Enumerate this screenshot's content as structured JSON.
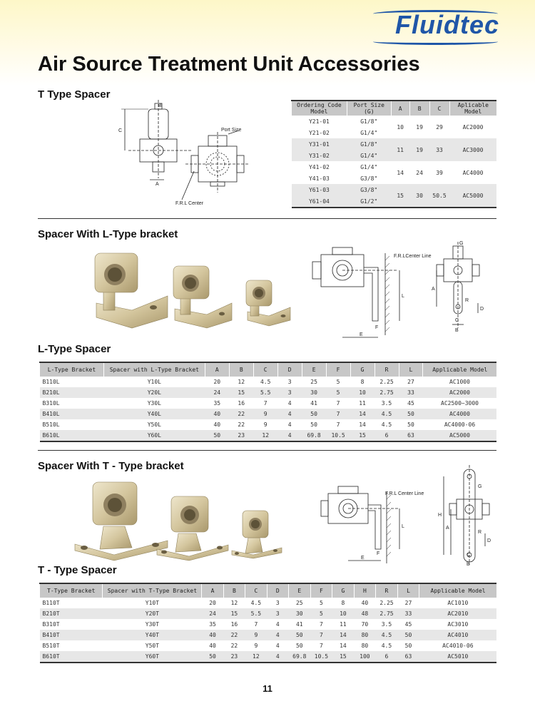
{
  "brand": {
    "logo_text": "Fluidtec"
  },
  "page_title": "Air Source Treatment Unit Accessories",
  "sections": {
    "t_type_spacer": "T Type Spacer",
    "l_bracket": "Spacer With L-Type bracket",
    "l_type_spacer": "L-Type Spacer",
    "t_bracket": "Spacer With T - Type bracket",
    "t_type_spacer2": "T - Type Spacer"
  },
  "diagram_labels": {
    "port_size": "Port Size",
    "frl_center": "F.R.L Center",
    "frl_center_line_l": "F.R.LCenter Line",
    "frl_center_line_t": "F.R.L Center Line",
    "a": "A",
    "b": "B",
    "c": "C",
    "d": "D",
    "e": "E",
    "f": "F",
    "g": "G",
    "h": "H",
    "l": "L",
    "r": "R"
  },
  "table1": {
    "headers": [
      "Ordering Code Model",
      "Port Size (G)",
      "A",
      "B",
      "C",
      "Aplicable Model"
    ],
    "groups": [
      {
        "rows": [
          [
            "Y21-01",
            "G1/8\""
          ],
          [
            "Y21-02",
            "G1/4\""
          ]
        ],
        "a": "10",
        "b": "19",
        "c": "29",
        "model": "AC2000"
      },
      {
        "rows": [
          [
            "Y31-01",
            "G1/8\""
          ],
          [
            "Y31-02",
            "G1/4\""
          ]
        ],
        "a": "11",
        "b": "19",
        "c": "33",
        "model": "AC3000"
      },
      {
        "rows": [
          [
            "Y41-02",
            "G1/4\""
          ],
          [
            "Y41-03",
            "G3/8\""
          ]
        ],
        "a": "14",
        "b": "24",
        "c": "39",
        "model": "AC4000"
      },
      {
        "rows": [
          [
            "Y61-03",
            "G3/8\""
          ],
          [
            "Y61-04",
            "G1/2\""
          ]
        ],
        "a": "15",
        "b": "30",
        "c": "50.5",
        "model": "AC5000"
      }
    ]
  },
  "table2": {
    "headers": [
      "L-Type Bracket",
      "Spacer with L-Type Bracket",
      "A",
      "B",
      "C",
      "D",
      "E",
      "F",
      "G",
      "R",
      "L",
      "Applicable Model"
    ],
    "rows": [
      [
        "B110L",
        "Y10L",
        "20",
        "12",
        "4.5",
        "3",
        "25",
        "5",
        "8",
        "2.25",
        "27",
        "AC1000"
      ],
      [
        "B210L",
        "Y20L",
        "24",
        "15",
        "5.5",
        "3",
        "30",
        "5",
        "10",
        "2.75",
        "33",
        "AC2000"
      ],
      [
        "B310L",
        "Y30L",
        "35",
        "16",
        "7",
        "4",
        "41",
        "7",
        "11",
        "3.5",
        "45",
        "AC2500~3000"
      ],
      [
        "B410L",
        "Y40L",
        "40",
        "22",
        "9",
        "4",
        "50",
        "7",
        "14",
        "4.5",
        "50",
        "AC4000"
      ],
      [
        "B510L",
        "Y50L",
        "40",
        "22",
        "9",
        "4",
        "50",
        "7",
        "14",
        "4.5",
        "50",
        "AC4000-06"
      ],
      [
        "B610L",
        "Y60L",
        "50",
        "23",
        "12",
        "4",
        "69.8",
        "10.5",
        "15",
        "6",
        "63",
        "AC5000"
      ]
    ]
  },
  "table3": {
    "headers": [
      "T-Type Bracket",
      "Spacer with T-Type Bracket",
      "A",
      "B",
      "C",
      "D",
      "E",
      "F",
      "G",
      "H",
      "R",
      "L",
      "Applicable Model"
    ],
    "rows": [
      [
        "B110T",
        "Y10T",
        "20",
        "12",
        "4.5",
        "3",
        "25",
        "5",
        "8",
        "40",
        "2.25",
        "27",
        "AC1010"
      ],
      [
        "B210T",
        "Y20T",
        "24",
        "15",
        "5.5",
        "3",
        "30",
        "5",
        "10",
        "48",
        "2.75",
        "33",
        "AC2010"
      ],
      [
        "B310T",
        "Y30T",
        "35",
        "16",
        "7",
        "4",
        "41",
        "7",
        "11",
        "70",
        "3.5",
        "45",
        "AC3010"
      ],
      [
        "B410T",
        "Y40T",
        "40",
        "22",
        "9",
        "4",
        "50",
        "7",
        "14",
        "80",
        "4.5",
        "50",
        "AC4010"
      ],
      [
        "B510T",
        "Y50T",
        "40",
        "22",
        "9",
        "4",
        "50",
        "7",
        "14",
        "80",
        "4.5",
        "50",
        "AC4010-06"
      ],
      [
        "B610T",
        "Y60T",
        "50",
        "23",
        "12",
        "4",
        "69.8",
        "10.5",
        "15",
        "100",
        "6",
        "63",
        "AC5010"
      ]
    ]
  },
  "page_number": "11",
  "colors": {
    "brand_blue": "#1f56a8",
    "header_gray": "#c7c7c7",
    "row_shade": "#e7e7e7",
    "metal": "#d8ccaa"
  }
}
